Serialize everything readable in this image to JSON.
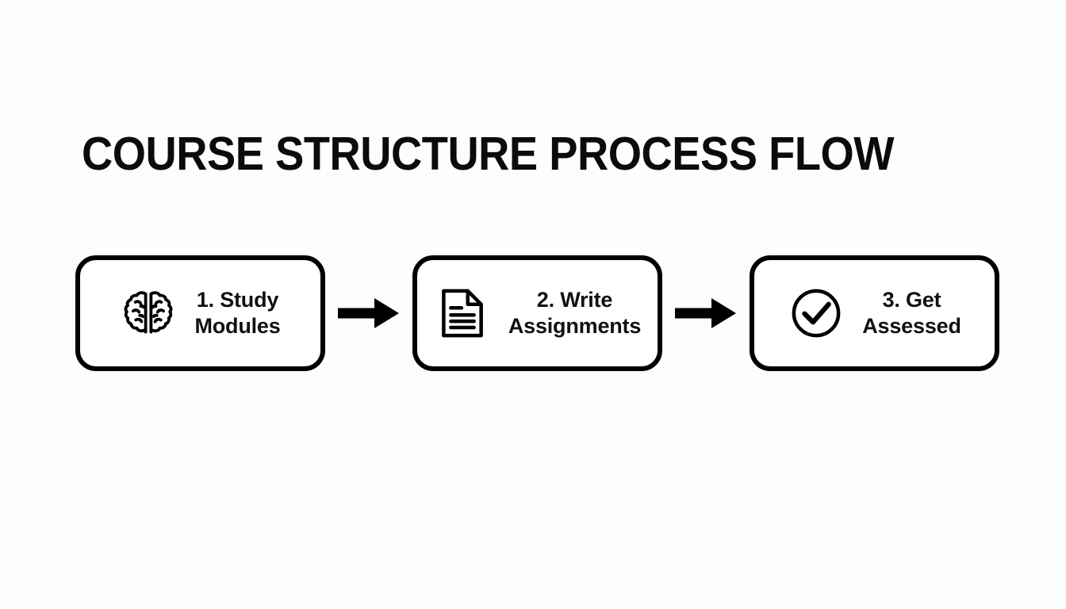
{
  "slide": {
    "title": "COURSE STRUCTURE PROCESS FLOW",
    "background_color": "#fdfdfe",
    "ink_color": "#000000"
  },
  "flow": {
    "steps": [
      {
        "icon": "brain-icon",
        "label": "1. Study\nModules",
        "line1": "1. Study",
        "line2": "Modules"
      },
      {
        "icon": "document-lines-icon",
        "label": "2. Write\nAssignments",
        "line1": "2. Write",
        "line2": "Assignments"
      },
      {
        "icon": "check-circle-icon",
        "label": "3. Get\nAssessed",
        "line1": "3. Get",
        "line2": "Assessed"
      }
    ],
    "connectors": [
      {
        "icon": "arrow-right-icon"
      },
      {
        "icon": "arrow-right-icon"
      }
    ]
  }
}
